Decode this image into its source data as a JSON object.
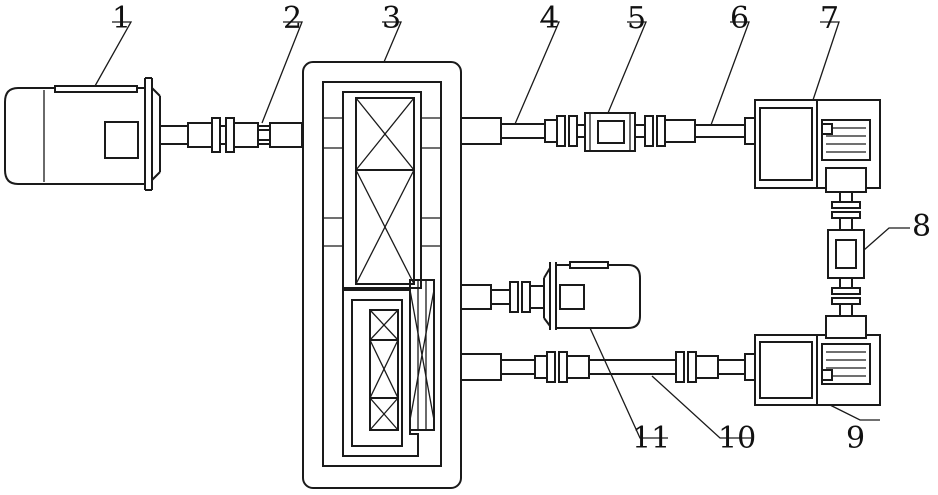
{
  "diagram": {
    "labels": {
      "l1": "1",
      "l2": "2",
      "l3": "3",
      "l4": "4",
      "l5": "5",
      "l6": "6",
      "l7": "7",
      "l8": "8",
      "l9": "9",
      "l10": "10",
      "l11": "11"
    }
  },
  "colors": {
    "stroke": "#1a1a1a",
    "background": "#ffffff"
  }
}
